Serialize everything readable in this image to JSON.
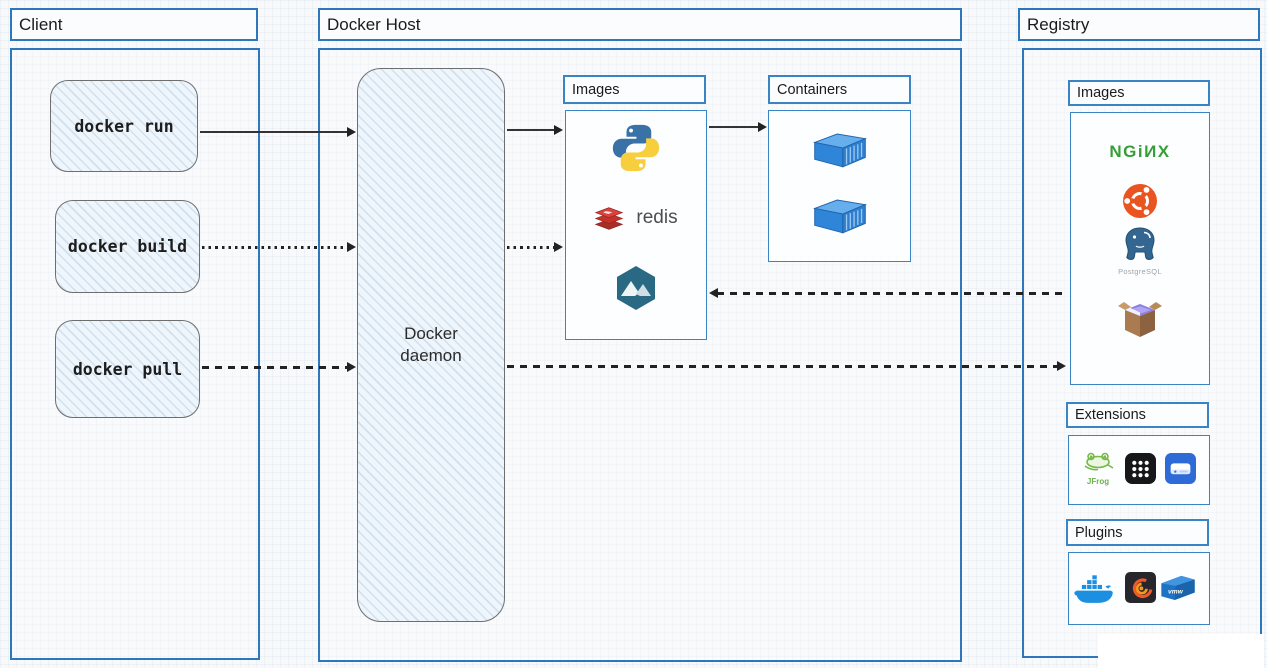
{
  "client": {
    "title": "Client",
    "commands": [
      {
        "label": "docker run"
      },
      {
        "label": "docker build"
      },
      {
        "label": "docker pull"
      }
    ]
  },
  "docker_host": {
    "title": "Docker Host",
    "daemon_label": "Docker daemon",
    "images_panel": {
      "title": "Images",
      "icons": [
        "python-logo",
        "redis-logo",
        "alpine-linux-logo"
      ],
      "redis_label": "redis"
    },
    "containers_panel": {
      "title": "Containers",
      "icons": [
        "container-3d",
        "container-3d"
      ]
    }
  },
  "registry": {
    "title": "Registry",
    "images_panel": {
      "title": "Images",
      "nginx_wordmark": "NGiИX",
      "postgresql_label": "PostgreSQL",
      "icons": [
        "nginx-wordmark",
        "ubuntu-logo",
        "postgresql-logo",
        "open-box"
      ]
    },
    "extensions_panel": {
      "title": "Extensions",
      "jfrog_label": "JFrog",
      "icons": [
        "jfrog-logo",
        "dialpad-app",
        "storage-app"
      ]
    },
    "plugins_panel": {
      "title": "Plugins",
      "icons": [
        "docker-whale",
        "grafana-logo",
        "vmware-logo"
      ]
    }
  },
  "arrows": {
    "run_to_daemon": "solid",
    "build_to_daemon": "dotted",
    "pull_to_daemon": "dashed",
    "daemon_to_images_run": "solid",
    "daemon_to_images_build": "dotted",
    "images_to_containers": "solid",
    "registry_to_images": "dashed",
    "daemon_to_registry": "dashed"
  },
  "colors": {
    "frame_blue": "#2e77bd",
    "arrow_black": "#222222",
    "sketch_fill": "#eef5fb",
    "nginx_green": "#379e37",
    "ubuntu_orange": "#e95420",
    "redis_red": "#c6302b",
    "docker_blue": "#1d8fe1",
    "postgres_blue": "#336791"
  }
}
